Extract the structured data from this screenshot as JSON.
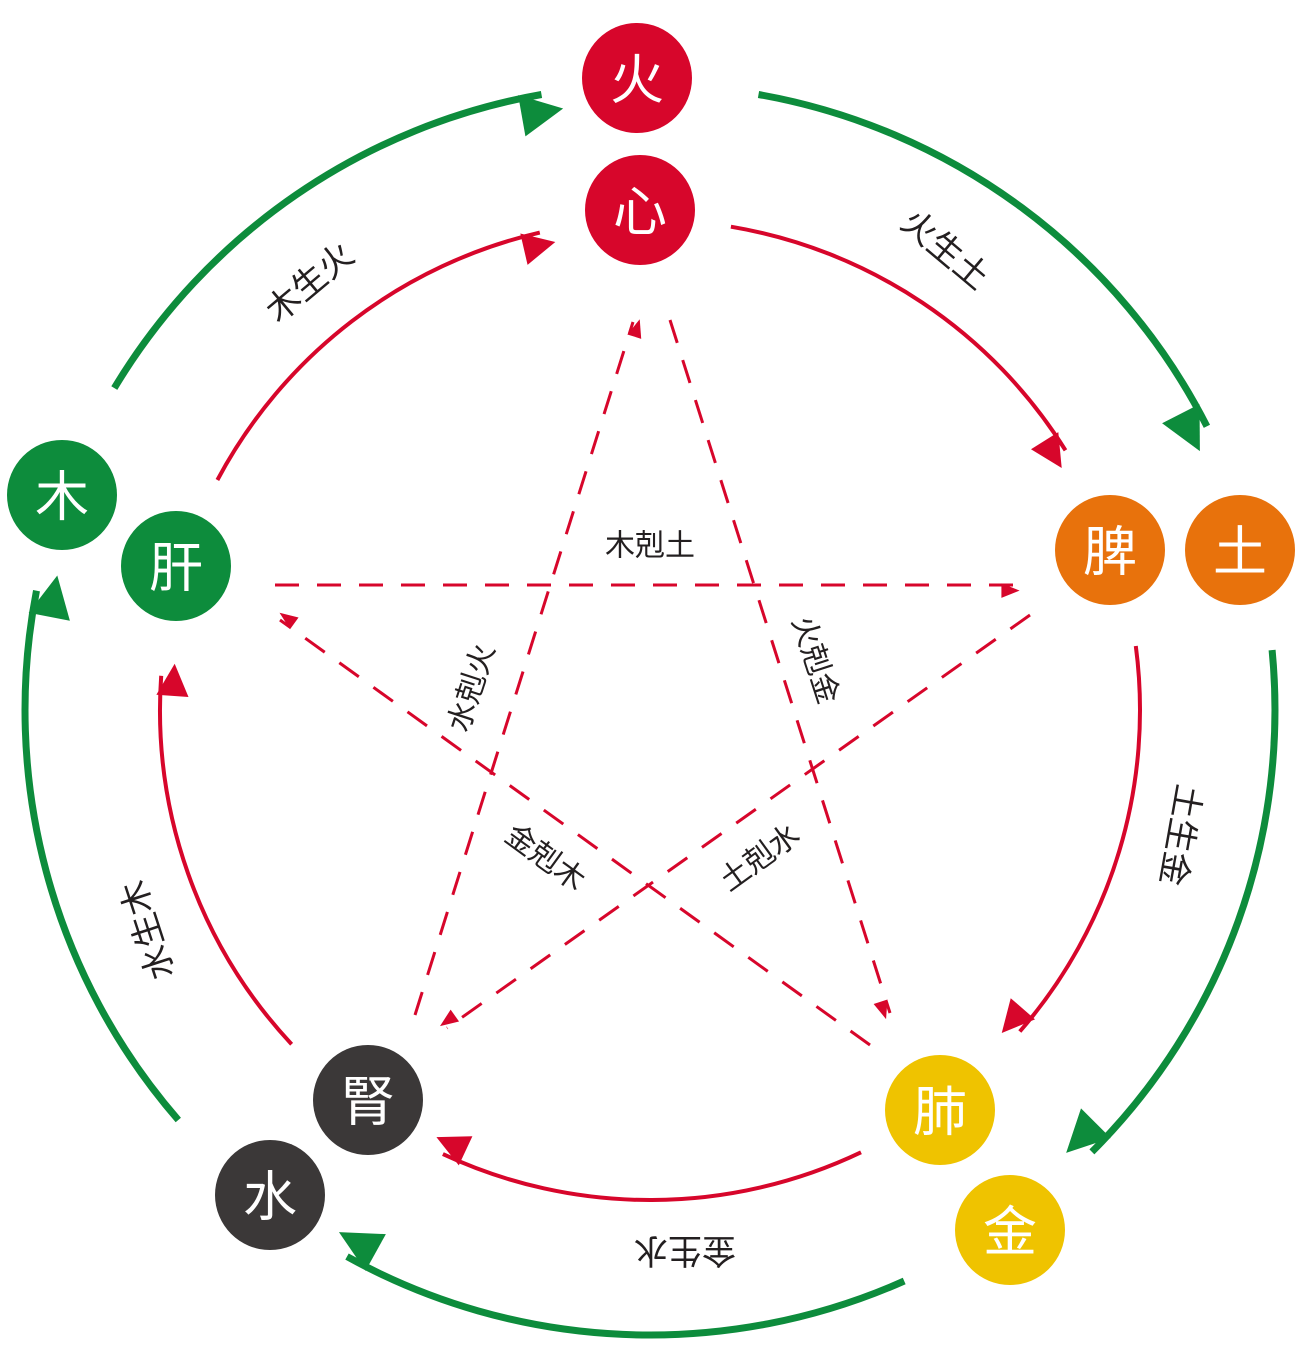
{
  "colors": {
    "generate_outer": "#0d8c3c",
    "generate_inner": "#d7062b",
    "control": "#d7062b"
  },
  "elements": [
    {
      "id": "fire",
      "element": "火",
      "organ": "心",
      "color": "#d7062b"
    },
    {
      "id": "earth",
      "element": "土",
      "organ": "脾",
      "color": "#e8720c"
    },
    {
      "id": "metal",
      "element": "金",
      "organ": "肺",
      "color": "#efc300"
    },
    {
      "id": "water",
      "element": "水",
      "organ": "腎",
      "color": "#3b3838"
    },
    {
      "id": "wood",
      "element": "木",
      "organ": "肝",
      "color": "#0d8c3c"
    }
  ],
  "generating": [
    {
      "from": "wood",
      "to": "fire",
      "label": "木生火"
    },
    {
      "from": "fire",
      "to": "earth",
      "label": "火生土"
    },
    {
      "from": "earth",
      "to": "metal",
      "label": "土生金"
    },
    {
      "from": "metal",
      "to": "water",
      "label": "金生水"
    },
    {
      "from": "water",
      "to": "wood",
      "label": "水生木"
    }
  ],
  "controlling": [
    {
      "from": "wood",
      "to": "earth",
      "label": "木剋土"
    },
    {
      "from": "fire",
      "to": "metal",
      "label": "火剋金"
    },
    {
      "from": "earth",
      "to": "water",
      "label": "土剋水"
    },
    {
      "from": "metal",
      "to": "wood",
      "label": "金剋木"
    },
    {
      "from": "water",
      "to": "fire",
      "label": "水剋火"
    }
  ]
}
